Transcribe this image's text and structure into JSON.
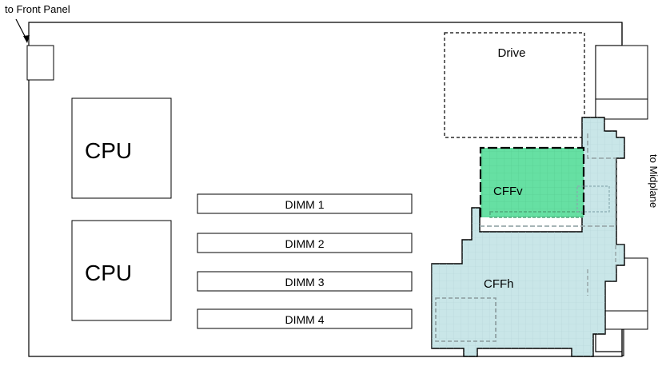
{
  "labels": {
    "front_panel": "to Front Panel",
    "midplane": "to Midplane",
    "cpu_top": "CPU",
    "cpu_bottom": "CPU",
    "drive": "Drive",
    "cffv": "CFFv",
    "cffh": "CFFh",
    "dimms": [
      "DIMM 1",
      "DIMM 2",
      "DIMM 3",
      "DIMM 4"
    ]
  },
  "colors": {
    "cffh_fill": "#c9e6e8",
    "cffv_fill": "#66e0a3",
    "grid_line": "#b7d6da",
    "outline": "#000000"
  }
}
